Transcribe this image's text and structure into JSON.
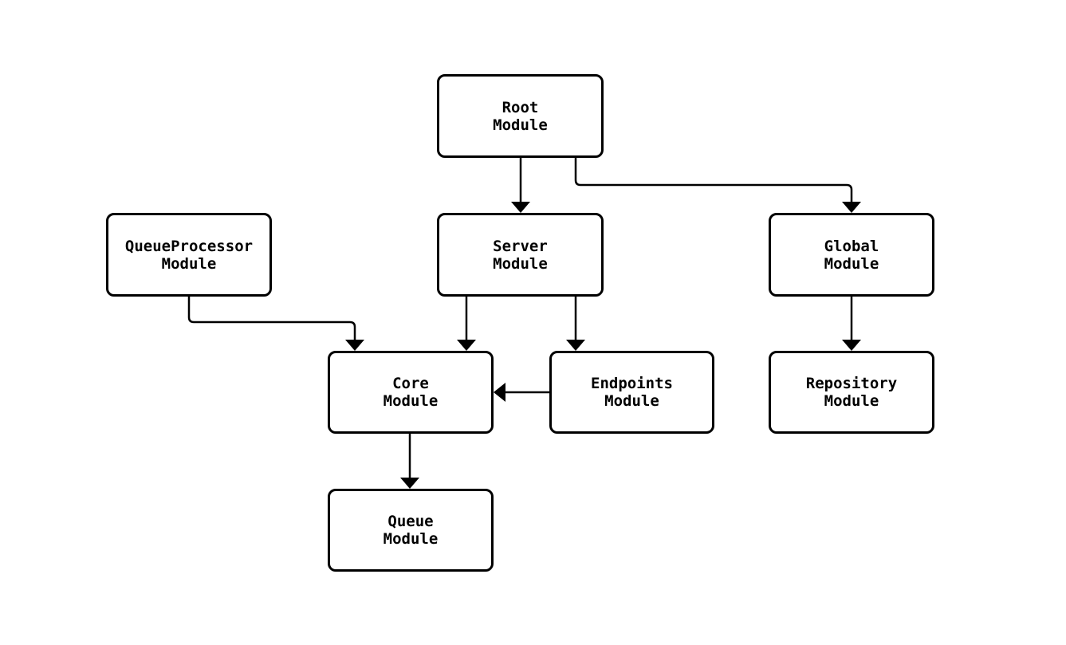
{
  "diagram": {
    "type": "flowchart",
    "background_color": "#ffffff",
    "node_fill_color": "#ffffff",
    "node_border_color": "#000000",
    "edge_color": "#000000",
    "text_color": "#000000",
    "nodes": [
      {
        "id": "root",
        "label": "Root\nModule"
      },
      {
        "id": "queueprocessor",
        "label": "QueueProcessor\nModule"
      },
      {
        "id": "server",
        "label": "Server\nModule"
      },
      {
        "id": "global",
        "label": "Global\nModule"
      },
      {
        "id": "core",
        "label": "Core\nModule"
      },
      {
        "id": "endpoints",
        "label": "Endpoints\nModule"
      },
      {
        "id": "repository",
        "label": "Repository\nModule"
      },
      {
        "id": "queue",
        "label": "Queue\nModule"
      }
    ],
    "edges": [
      {
        "from": "Root Module",
        "to": "Server Module"
      },
      {
        "from": "Root Module",
        "to": "Global Module"
      },
      {
        "from": "QueueProcessor Module",
        "to": "Core Module"
      },
      {
        "from": "Server Module",
        "to": "Core Module"
      },
      {
        "from": "Server Module",
        "to": "Endpoints Module"
      },
      {
        "from": "Endpoints Module",
        "to": "Core Module"
      },
      {
        "from": "Global Module",
        "to": "Repository Module"
      },
      {
        "from": "Core Module",
        "to": "Queue Module"
      }
    ]
  }
}
